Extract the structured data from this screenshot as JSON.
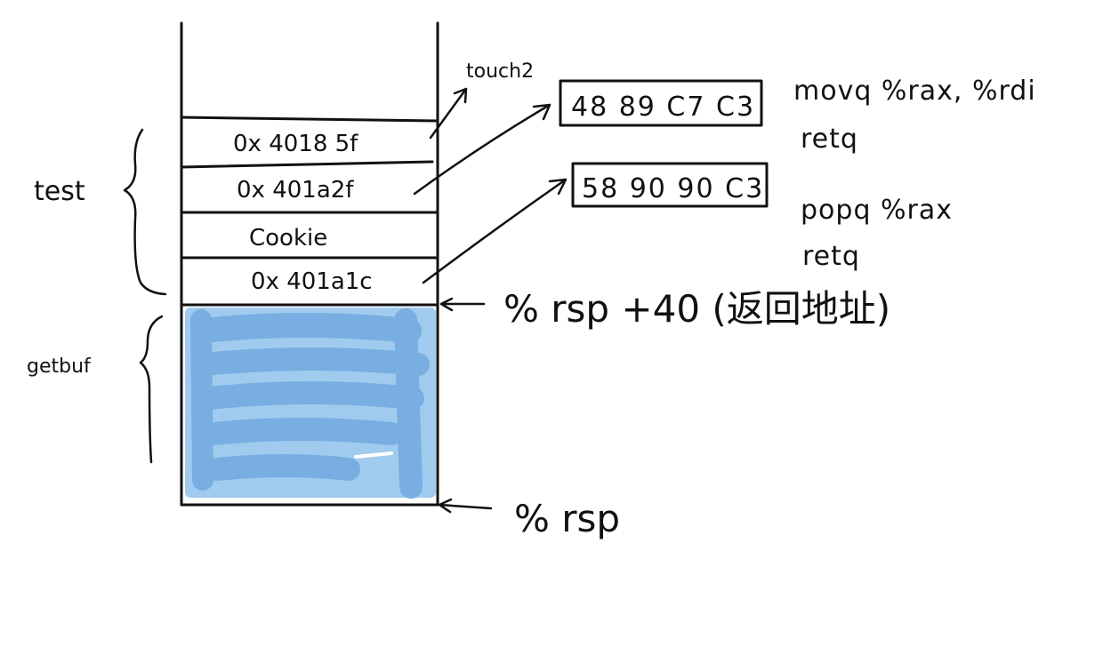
{
  "stack": {
    "cells": [
      {
        "label": "0x 4018 5f"
      },
      {
        "label": "0x 401a2f"
      },
      {
        "label": "Cookie"
      },
      {
        "label": "0x 401a1c"
      }
    ]
  },
  "brace_labels": {
    "test": "test",
    "getbuf": "getbuf"
  },
  "pointer_labels": {
    "touch2": "touch2",
    "rsp_plus_40": "% rsp +40 (返回地址)",
    "rsp": "% rsp"
  },
  "gadgets": [
    {
      "bytes": "48 89 C7 C3",
      "asm": [
        "movq %rax, %rdi",
        "retq"
      ]
    },
    {
      "bytes": "58 90 90 C3",
      "asm": [
        "popq %rax",
        "retq"
      ]
    }
  ],
  "colors": {
    "ink": "#111111",
    "buffer_fill": "#6aaae2"
  }
}
